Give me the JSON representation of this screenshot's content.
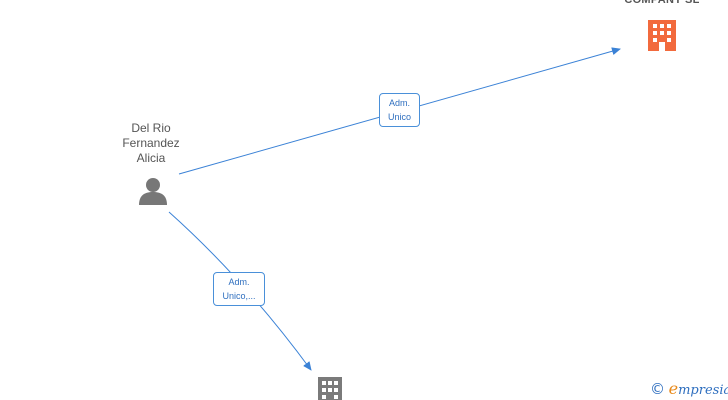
{
  "nodes": {
    "person": {
      "name_line1": "Del Rio",
      "name_line2": "Fernandez",
      "name_line3": "Alicia"
    },
    "company_top": {
      "name": "COMPANY  SL"
    },
    "company_bottom": {
      "name": ""
    }
  },
  "edges": [
    {
      "from": "person",
      "to": "company_top",
      "label_line1": "Adm.",
      "label_line2": "Unico"
    },
    {
      "from": "person",
      "to": "company_bottom",
      "label_line1": "Adm.",
      "label_line2": "Unico,..."
    }
  ],
  "watermark": {
    "symbol": "©",
    "brand_initial": "e",
    "brand_rest": "mpresia"
  },
  "colors": {
    "edge": "#3b82d6",
    "person_icon": "#777777",
    "company_top_icon": "#f26a3d",
    "company_bottom_icon": "#7a7a7a"
  },
  "icons": {
    "person": "person-icon",
    "company_top": "building-icon",
    "company_bottom": "building-icon"
  }
}
